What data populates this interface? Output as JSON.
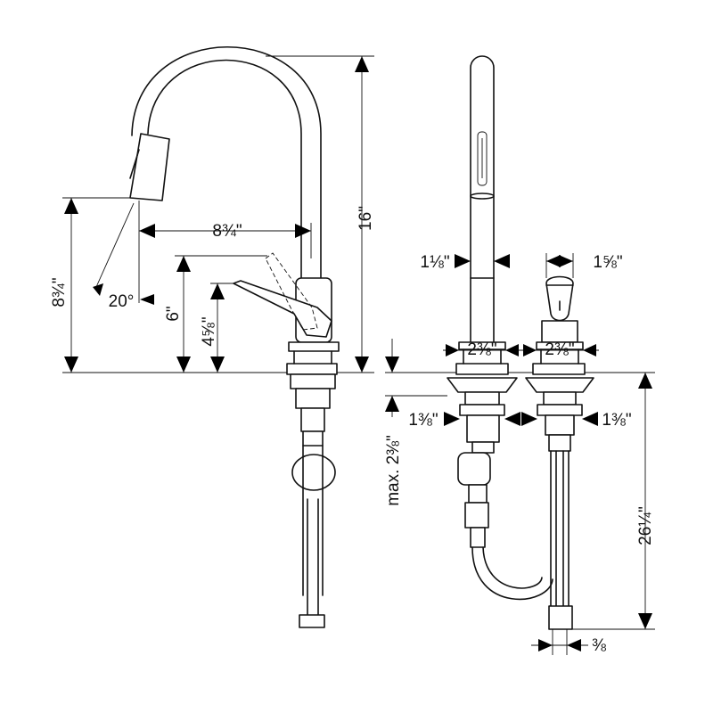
{
  "dimensions": {
    "total_height": "16\"",
    "spout_reach": "8¾\"",
    "spout_clearance": "8¾\"",
    "swivel_angle": "20°",
    "lever_pivot_height": "6\"",
    "lever_height": "4⅝\"",
    "spout_width": "1⅛\"",
    "handle_width": "1⅝\"",
    "spout_base_diameter": "2⅜\"",
    "handle_base_diameter": "2⅜\"",
    "spout_shank_diameter": "1⅜\"",
    "handle_shank_diameter": "1⅜\"",
    "max_deck_thickness": "max. 2⅜\"",
    "supply_length": "26¼\"",
    "supply_connection": "⅜"
  },
  "colors": {
    "line": "#111111",
    "background": "#ffffff"
  }
}
